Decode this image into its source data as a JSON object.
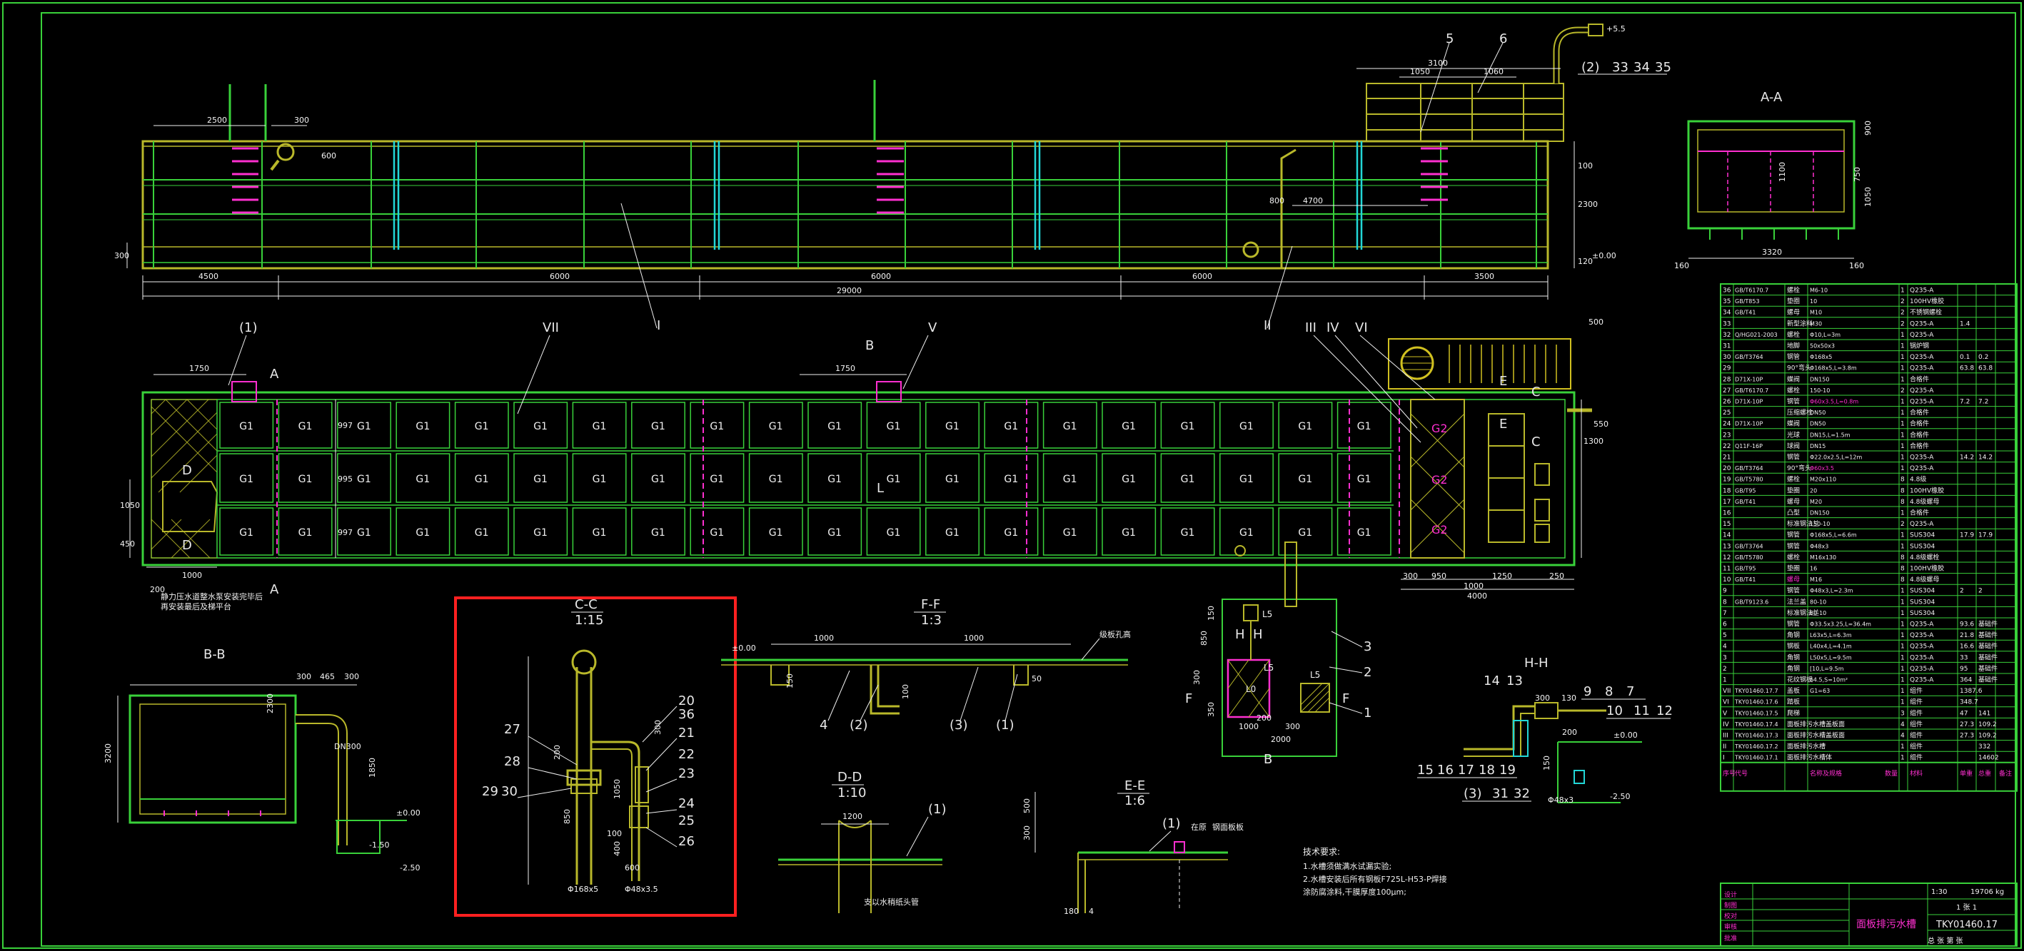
{
  "colors": {
    "background": "#000000",
    "outline": "#39d13a",
    "structure": "#b9b82a",
    "dimension": "#f0f0f0",
    "accent_magenta": "#ff2fd0",
    "accent_cyan": "#22d7d7",
    "section_frame": "#ff2020",
    "grating": "#d0c020"
  },
  "elevation": {
    "dims_top": [
      "2500",
      "300",
      "600",
      "4700",
      "800",
      "3100",
      "1050",
      "1060"
    ],
    "dims_bottom": [
      "4500",
      "6000",
      "6000",
      "6000",
      "3500"
    ],
    "dim_total": "29000",
    "dims_right": [
      "2300",
      "120",
      "100"
    ],
    "dim_left": "300",
    "level_top": "+5.5",
    "level_bottom": "±0.00",
    "callouts": [
      "5",
      "6",
      "(2)",
      "33",
      "34",
      "35"
    ],
    "roman_labels": [
      "I",
      "II"
    ]
  },
  "plan": {
    "grid_label": "G1",
    "special_label": "G2",
    "dims": [
      "1750",
      "1750",
      "1000",
      "1000",
      "300",
      "950",
      "1250",
      "250",
      "4000",
      "500",
      "1300",
      "550"
    ],
    "row_dims": [
      "997",
      "995",
      "997"
    ],
    "left_dims": [
      "1050",
      "450",
      "200"
    ],
    "callouts": [
      "(1)",
      "VII",
      "V",
      "III",
      "IV",
      "VI"
    ],
    "section_marks": [
      "A",
      "A",
      "B",
      "D",
      "D",
      "E",
      "E",
      "C",
      "C",
      "L"
    ],
    "note_lines": [
      "静力压水道整水泵安装完毕后",
      "再安装最后及梯平台"
    ]
  },
  "section_aa": {
    "title": "A-A",
    "dims": [
      "3320",
      "160",
      "160",
      "1100",
      "750",
      "1050",
      "900"
    ]
  },
  "section_bb": {
    "title": "B-B",
    "dims": [
      "300",
      "465",
      "300",
      "3200",
      "1850",
      "2300"
    ],
    "pipe_label": "DN300",
    "levels": [
      "±0.00",
      "-1.50",
      "-2.50"
    ]
  },
  "section_cc": {
    "title": "C-C",
    "scale": "1:15",
    "callouts": [
      "27",
      "28",
      "29",
      "30",
      "20",
      "36",
      "21",
      "22",
      "23",
      "24",
      "25",
      "26"
    ],
    "dims": [
      "850",
      "200",
      "600",
      "100",
      "1050",
      "300",
      "400"
    ],
    "pipe_labels": [
      "Φ168x5",
      "Φ48x3.5"
    ]
  },
  "section_ff": {
    "title": "F-F",
    "scale": "1:3",
    "dims": [
      "1000",
      "1000",
      "150",
      "100",
      "50"
    ],
    "level": "±0.00",
    "callouts": [
      "4",
      "(2)",
      "(3)",
      "(1)"
    ],
    "note": "级板孔高"
  },
  "section_dd": {
    "title": "D-D",
    "scale": "1:10",
    "dim": "1200",
    "callout": "(1)",
    "note": "支以水稍纸头管"
  },
  "section_ee": {
    "title": "E-E",
    "scale": "1:6",
    "callout": "(1)",
    "dims": [
      "180",
      "4",
      "300",
      "500"
    ],
    "notes": [
      "在原",
      "钢面板板"
    ]
  },
  "section_ll": {
    "title": "B",
    "dims": [
      "1000",
      "300",
      "2000",
      "200",
      "850",
      "150",
      "350",
      "300"
    ],
    "callouts": [
      "3",
      "2",
      "1"
    ],
    "marks": [
      "H",
      "H",
      "F",
      "F"
    ],
    "cell_labels": [
      "L0",
      "L5",
      "L5",
      "L5"
    ]
  },
  "section_hh": {
    "title": "H-H",
    "callouts": [
      "14",
      "13",
      "9",
      "8",
      "7",
      "10",
      "11",
      "12",
      "15",
      "16",
      "17",
      "18",
      "19",
      "(3)",
      "31",
      "32"
    ],
    "dims": [
      "300",
      "130",
      "200",
      "150"
    ],
    "levels": [
      "±0.00",
      "-2.50"
    ],
    "pipe_label": "Φ48x3"
  },
  "technical_notes": {
    "title": "技术要求:",
    "lines": [
      "1.水槽须做满水试漏实验;",
      "2.水槽安装后所有钢板F725L-H53-P焊接",
      "涂防腐涂料,干膜厚度100μm;"
    ]
  },
  "bom": {
    "rows": [
      [
        "36",
        "GB/T6170.7",
        "螺栓",
        "M6-10",
        "1",
        "Q235-A",
        "",
        ""
      ],
      [
        "35",
        "GB/T853",
        "垫圈",
        "10",
        "2",
        "100HV橡胶",
        "",
        ""
      ],
      [
        "34",
        "GB/T41",
        "螺母",
        "M10",
        "2",
        "不锈钢螺栓",
        "",
        ""
      ],
      [
        "33",
        "",
        "新型涂料",
        "M30",
        "2",
        "Q235-A",
        "1.4",
        ""
      ],
      [
        "32",
        "Q/HG021-2003",
        "螺栓",
        "Φ10,L=3m",
        "1",
        "Q235-A",
        "",
        ""
      ],
      [
        "31",
        "",
        "地脚",
        "50x50x3",
        "1",
        "锅炉钢",
        "",
        ""
      ],
      [
        "30",
        "GB/T3764",
        "钢管",
        "Φ168x5",
        "1",
        "Q235-A",
        "0.1",
        "0.2"
      ],
      [
        "29",
        "",
        "90°弯头",
        "Φ168x5,L=3.8m",
        "1",
        "Q235-A",
        "63.8",
        "63.8"
      ],
      [
        "28",
        "D71X-10P",
        "蝶阀",
        "DN150",
        "1",
        "合格件",
        "",
        ""
      ],
      [
        "27",
        "GB/T6170.7",
        "螺栓",
        "150-10",
        "2",
        "Q235-A",
        "",
        ""
      ],
      [
        "26",
        "D71X-10P",
        "钢管",
        "Φ60x3.5,L=0.8m",
        "1",
        "Q235-A",
        "7.2",
        "7.2"
      ],
      [
        "25",
        "",
        "压缩螺栓",
        "DN50",
        "1",
        "合格件",
        "",
        ""
      ],
      [
        "24",
        "D71X-10P",
        "蝶阀",
        "DN50",
        "1",
        "合格件",
        "",
        ""
      ],
      [
        "23",
        "",
        "光球",
        "DN15,L=1.5m",
        "1",
        "合格件",
        "",
        ""
      ],
      [
        "22",
        "Q11F-16P",
        "球阀",
        "DN15",
        "1",
        "合格件",
        "",
        ""
      ],
      [
        "21",
        "",
        "钢管",
        "Φ22.0x2.5,L=12m",
        "1",
        "Q235-A",
        "14.2",
        "14.2"
      ],
      [
        "20",
        "GB/T3764",
        "90°弯头",
        "Φ60x3.5",
        "1",
        "Q235-A",
        "",
        ""
      ],
      [
        "19",
        "GB/T5780",
        "螺栓",
        "M20x110",
        "8",
        "4.8级",
        "",
        ""
      ],
      [
        "18",
        "GB/T95",
        "垫圈",
        "20",
        "8",
        "100HV橡胶",
        "",
        ""
      ],
      [
        "17",
        "GB/T41",
        "螺母",
        "M20",
        "8",
        "4.8级螺母",
        "",
        ""
      ],
      [
        "16",
        "",
        "凸型",
        "DN150",
        "1",
        "合格件",
        "",
        ""
      ],
      [
        "15",
        "",
        "标准钢法兰",
        "150-10",
        "2",
        "Q235-A",
        "",
        ""
      ],
      [
        "14",
        "",
        "钢管",
        "Φ168x5,L=6.6m",
        "1",
        "SUS304",
        "17.9",
        "17.9"
      ],
      [
        "13",
        "GB/T3764",
        "钢管",
        "Φ48x3",
        "1",
        "SUS304",
        "",
        ""
      ],
      [
        "12",
        "GB/T5780",
        "螺栓",
        "M16x130",
        "8",
        "4.8级螺栓",
        "",
        ""
      ],
      [
        "11",
        "GB/T95",
        "垫圈",
        "16",
        "8",
        "100HV橡胶",
        "",
        ""
      ],
      [
        "10",
        "GB/T41",
        "螺母",
        "M16",
        "8",
        "4.8级螺母",
        "",
        ""
      ],
      [
        "9",
        "",
        "钢管",
        "Φ48x3,L=2.3m",
        "1",
        "SUS304",
        "2",
        "2"
      ],
      [
        "8",
        "GB/T9123.6",
        "法兰盖",
        "80-10",
        "1",
        "SUS304",
        "",
        ""
      ],
      [
        "7",
        "",
        "标准钢法兰",
        "80-10",
        "1",
        "SUS304",
        "",
        ""
      ],
      [
        "6",
        "",
        "钢管",
        "Φ33.5x3.25,L=36.4m",
        "1",
        "Q235-A",
        "93.6",
        "基础件"
      ],
      [
        "5",
        "",
        "角钢",
        "L63x5,L=6.3m",
        "1",
        "Q235-A",
        "21.8",
        "基础件"
      ],
      [
        "4",
        "",
        "钢板",
        "L40x4,L=4.1m",
        "1",
        "Q235-A",
        "16.6",
        "基础件"
      ],
      [
        "3",
        "",
        "角钢",
        "L50x5,L=9.5m",
        "1",
        "Q235-A",
        "33",
        "基础件"
      ],
      [
        "2",
        "",
        "角钢",
        "[10,L=9.5m",
        "1",
        "Q235-A",
        "95",
        "基础件"
      ],
      [
        "1",
        "",
        "花纹钢板",
        "δ4.5,S=10m²",
        "1",
        "Q235-A",
        "364",
        "基础件"
      ]
    ],
    "sub_rows": [
      [
        "VII",
        "TKY01460.17.7",
        "盖板",
        "G1=63",
        "1",
        "组件",
        "1387.6",
        ""
      ],
      [
        "VI",
        "TKY01460.17.6",
        "踏板",
        "",
        "1",
        "组件",
        "348.7",
        ""
      ],
      [
        "V",
        "TKY01460.17.5",
        "爬梯",
        "",
        "3",
        "组件",
        "47",
        "141"
      ],
      [
        "IV",
        "TKY01460.17.4",
        "面板排污水槽盖板面",
        "",
        "4",
        "组件",
        "27.3",
        "109.2"
      ],
      [
        "III",
        "TKY01460.17.3",
        "面板排污水槽盖板面",
        "",
        "4",
        "组件",
        "27.3",
        "109.2"
      ],
      [
        "II",
        "TKY01460.17.2",
        "面板排污水槽",
        "",
        "1",
        "组件",
        "",
        "332"
      ],
      [
        "I",
        "TKY01460.17.1",
        "面板排污水槽体",
        "",
        "1",
        "组件",
        "",
        "14602"
      ]
    ],
    "header_cols": [
      "序号",
      "代号",
      "名称及规格",
      "数量",
      "材料",
      "单重",
      "总重",
      "备注"
    ]
  },
  "title_block": {
    "drawing_title": "面板排污水槽",
    "drawing_no": "TKY01460.17",
    "scale": "1:30",
    "weight": "19706 kg",
    "sheet": "1 张 1",
    "roles": [
      "设计",
      "制图",
      "校对",
      "审核",
      "批准"
    ],
    "footer": "总 张 第 张"
  }
}
